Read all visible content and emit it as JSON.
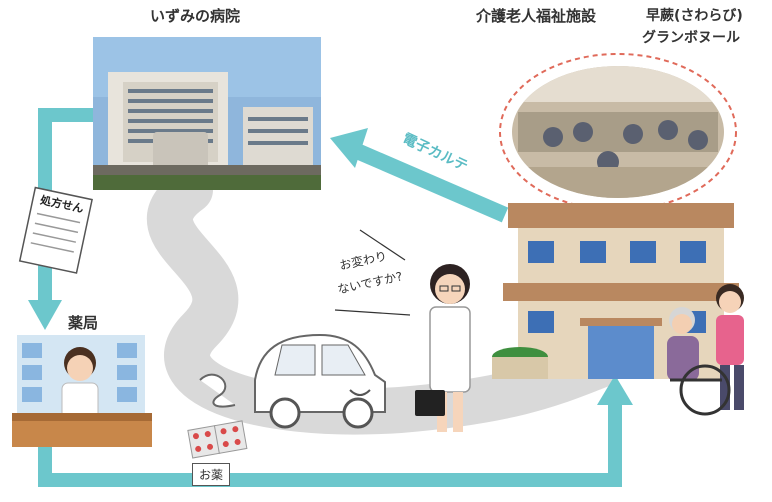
{
  "hospital": {
    "label": "いずみの病院"
  },
  "facility": {
    "label": "介護老人福祉施設",
    "name_line1": "早蕨(さわらび)",
    "name_line2": "グランボヌール"
  },
  "pharmacy": {
    "label": "薬局"
  },
  "ekarte": {
    "label": "電子カルテ"
  },
  "prescription": {
    "label": "処方せん"
  },
  "doctor_speech": {
    "line1": "お変わり",
    "line2": "ないですか?"
  },
  "medicine": {
    "label": "お薬"
  },
  "colors": {
    "flow_arrow": "#6cc7cc",
    "road": "#d9d9d9",
    "bubble_border": "#e06a5a"
  }
}
